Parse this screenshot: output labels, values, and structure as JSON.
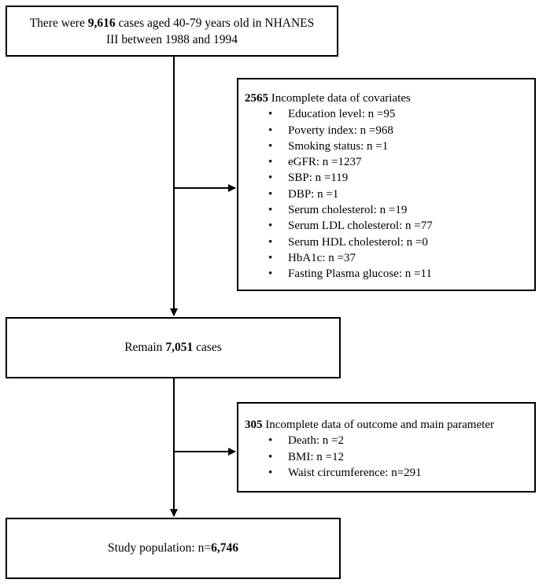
{
  "start_box": {
    "line1_pre": "There were ",
    "line1_bold": "9,616",
    "line1_post": " cases aged 40-79 years old in NHANES",
    "line2": "III between 1988 and 1994"
  },
  "exclusion_1": {
    "count": "2565",
    "title": " Incomplete data of covariates",
    "bullet": "•",
    "items": [
      "Education level: n =95",
      "Poverty index: n =968",
      "Smoking status: n =1",
      "eGFR: n =1237",
      "SBP: n =119",
      "DBP: n =1",
      "Serum cholesterol: n =19",
      "Serum LDL cholesterol: n =77",
      "Serum HDL cholesterol: n =0",
      "HbA1c: n =37",
      "Fasting Plasma glucose: n =11"
    ]
  },
  "remain_box": {
    "pre": "Remain ",
    "bold": "7,051",
    "post": " cases"
  },
  "exclusion_2": {
    "count": "305",
    "title": " Incomplete data of outcome and main parameter",
    "bullet": "•",
    "items": [
      "Death: n =2",
      "BMI: n =12",
      "Waist circumference: n=291"
    ]
  },
  "final_box": {
    "pre": "Study population: n=",
    "bold": "6,746"
  }
}
